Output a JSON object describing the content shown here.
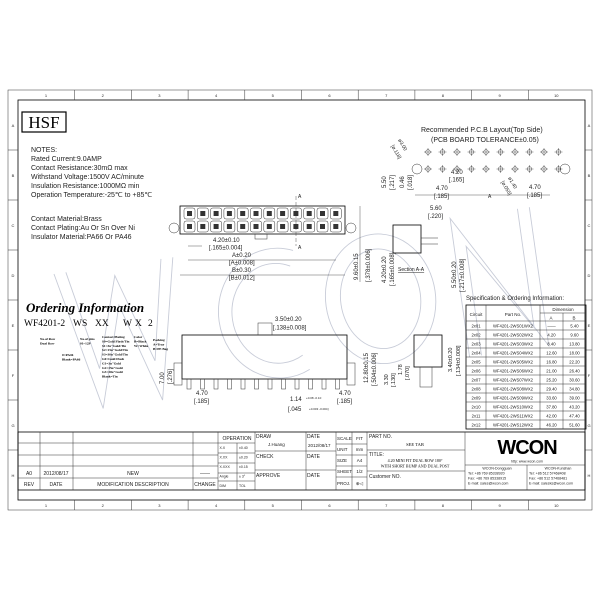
{
  "frame": {
    "columns": [
      "1",
      "2",
      "3",
      "4",
      "5",
      "6",
      "7",
      "8",
      "9",
      "10"
    ],
    "rows": [
      "A",
      "B",
      "C",
      "D",
      "E",
      "F",
      "G",
      "H"
    ]
  },
  "hsf_badge": "HSF",
  "notes": {
    "heading": "NOTES:",
    "lines": [
      "Rated Current:9.0AMP",
      "Contact Resistance:30mΩ max",
      "Withstand Voltage:1500V AC/minute",
      "Insulation Resistance:1000MΩ min",
      "Operation Temperature:-25℃ to +85℃"
    ],
    "materials": [
      "Contact Material:Brass",
      "Contact Plating:Au Or Sn Over Ni",
      "Insulator Material:PA66 Or PA46"
    ]
  },
  "ordering": {
    "heading": "Ordering Information",
    "part_code": [
      "WF4201-2",
      "WS",
      "XX",
      "W",
      "X",
      "2"
    ],
    "legend": {
      "rows": [
        "No.of Row",
        "Dual Row"
      ],
      "material": [
        "0=PA46",
        "Blank=PA66"
      ],
      "pins": [
        "No.of pins",
        "01~12P"
      ],
      "plating": [
        "Contact Plating",
        "S0=Gold Flash/Tin",
        "S1=3u\"Gold/Tin",
        "S2=15u\"Gold/Tin",
        "S3=30u\"Gold/Tin",
        "G0=Gold Flash",
        "G1=3u\"Gold",
        "G2=15u\"Gold",
        "G3=30u\"Gold",
        "Blank=Tin"
      ],
      "color": [
        "Color",
        "B=Black",
        "W=White"
      ],
      "packing": [
        "Packing",
        "A=Tray",
        "B=PE Bag"
      ]
    }
  },
  "pcb_layout": {
    "title": "Recommended P.C.B Layout(Top Side)",
    "tolerance": "(PCB BOARD TOLERANCE±0.05)",
    "dims": {
      "hole_large": "ø3.00",
      "hole_large_in": "[ø.118]",
      "hole_small": "ø1.40",
      "hole_small_in": "[ø.055]",
      "pitch": "4.20",
      "pitch_in": "[.165]",
      "edge_left": "4.70",
      "edge_left_in": "[.185]",
      "edge_right": "4.70",
      "edge_right_in": "[.185]",
      "height": "5.50",
      "height_in": "[.217]",
      "offset": "0.46",
      "offset_in": "[.018]",
      "span": "A"
    }
  },
  "top_view": {
    "pitch": "4.20±0.10",
    "pitch_in": "[.165±0.004]",
    "a": "A±0.20",
    "a_in": "[A±0.008]",
    "b": "B±0.30",
    "b_in": "[B±0.012]",
    "depth": "9.60±0.15",
    "depth_in": "[.378±0.006]",
    "section_marker": "A"
  },
  "section": {
    "label": "Section A-A",
    "width": "5.60",
    "width_in": "[.220]",
    "left": "4.20±0.20",
    "left_in": "[.165±0.008]",
    "right": "5.50±0.20",
    "right_in": "[.217±0.008]"
  },
  "front_view": {
    "peg": "3.50±0.20",
    "peg_in": "[.138±0.008]",
    "height": "12.80±0.15",
    "height_in": "[.504±0.006]",
    "left_h": "7.00",
    "left_h_in": "[.276]",
    "edge_l": "4.70",
    "edge_l_in": "[.185]",
    "edge_r": "4.70",
    "edge_r_in": "[.185]",
    "pin": "1.14",
    "pin_tol": "+0.08 -0.10",
    "pin_in": "[.045",
    "pin_in_tol": "+0.003 -0.004]"
  },
  "side_view": {
    "a": "3.30",
    "a_in": "[.130]",
    "b": "1.78",
    "b_in": "[.070]",
    "c": "3.40±0.20",
    "c_in": "[.134±0.008]"
  },
  "spec_table": {
    "heading": "Specification & Ordering Information:",
    "headers": {
      "circuit": "Circuit",
      "part": "Part No.",
      "dimension": "Dimension",
      "a": "A",
      "b": "B"
    },
    "rows": [
      [
        "2x01",
        "WF4201-2WS01WX2",
        "——",
        "5.40"
      ],
      [
        "2x02",
        "WF4201-2WS02WX2",
        "4.20",
        "9.60"
      ],
      [
        "2x03",
        "WF4201-2WS03WX2",
        "8.40",
        "13.80"
      ],
      [
        "2x04",
        "WF4201-2WS04WX2",
        "12.60",
        "18.00"
      ],
      [
        "2x05",
        "WF4201-2WS05WX2",
        "16.80",
        "22.20"
      ],
      [
        "2x06",
        "WF4201-2WS06WX2",
        "21.00",
        "26.40"
      ],
      [
        "2x07",
        "WF4201-2WS07WX2",
        "25.20",
        "30.60"
      ],
      [
        "2x08",
        "WF4201-2WS08WX2",
        "29.40",
        "34.80"
      ],
      [
        "2x09",
        "WF4201-2WS09WX2",
        "33.60",
        "39.00"
      ],
      [
        "2x10",
        "WF4201-2WS10WX2",
        "37.80",
        "43.20"
      ],
      [
        "2x11",
        "WF4201-2WS11WX2",
        "42.00",
        "47.40"
      ],
      [
        "2x12",
        "WF4201-2WS12WX2",
        "46.20",
        "51.60"
      ]
    ]
  },
  "title_block": {
    "revision": {
      "rev": "A0",
      "date": "2012/08/17",
      "description": "NEW",
      "change": "——"
    },
    "headers": {
      "rev": "REV",
      "date": "DATE",
      "description": "MODIFICATION DESCRIPTION",
      "change": "CHANGE"
    },
    "operation": "OPERATION",
    "tolerances": [
      [
        "X.X",
        "±0.40"
      ],
      [
        "X.XX",
        "±0.20"
      ],
      [
        "X.XXX",
        "±0.15"
      ],
      [
        "Angle",
        "± 3°"
      ],
      [
        "DIM",
        "TOL"
      ]
    ],
    "draw_label": "DRAW",
    "drawer": "J.Huang",
    "date_label": "DATE",
    "draw_date": "2012/08/17",
    "check_label": "CHECK",
    "approve_label": "APPROVE",
    "scale_label": "SCALE",
    "scale": "FIT",
    "unit_label": "UNIT",
    "unit": "mm",
    "size_label": "SIZE",
    "size": "A4",
    "sheet_label": "SHEET",
    "sheet": "1/2",
    "proj_label": "PROJ.",
    "proj": "⊕◁",
    "part_no_label": "PART NO.",
    "part_no": "SEE TAB",
    "title_label": "TITLE:",
    "title": [
      "4.20 MINI FIT DUAL ROW 180°",
      "WITH SHORT BUMP AND DUAL POST"
    ],
    "customer_label": "Customer NO."
  },
  "company": {
    "logo": "WCON",
    "url": "http: www.wcon.com",
    "offices": [
      {
        "name": "WCON-Dongguan",
        "tel": "Tel: +86 769 85338920",
        "fax": "Fax: +86 769 85338915",
        "email": "E-mail: sales@wcon.com"
      },
      {
        "name": "WCON-Kunshan",
        "tel": "Tel: +86 512 57468408",
        "fax": "Fax: +86 512 57468481",
        "email": "E-mail: salesks@wcon.com"
      }
    ]
  },
  "watermark": "WCON"
}
